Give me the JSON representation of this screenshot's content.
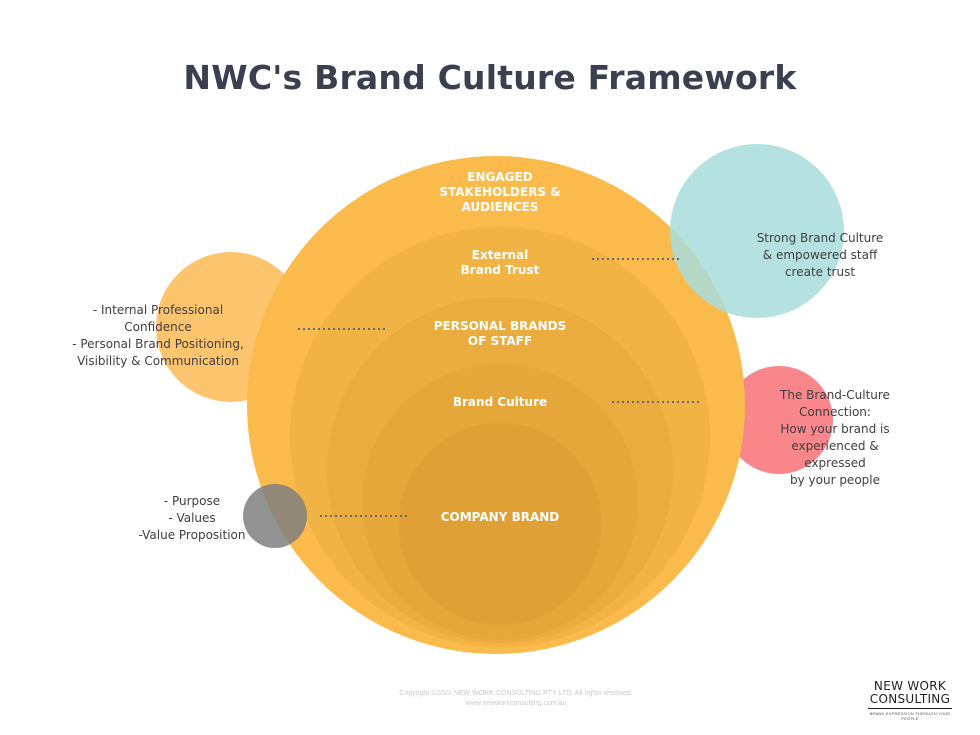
{
  "title": "NWC's Brand Culture Framework",
  "rings": {
    "outer_label": "ENGAGED\nSTAKEHOLDERS &\nAUDIENCES",
    "external_label": "External\nBrand Trust",
    "personal_label": "PERSONAL BRANDS\nOF STAFF",
    "culture_label": "Brand Culture",
    "company_label": "COMPANY BRAND"
  },
  "side_notes": {
    "strong_culture": "Strong Brand Culture\n& empowered staff\ncreate trust",
    "internal": "- Internal Professional\nConfidence\n- Personal Brand Positioning,\nVisibility & Communication",
    "connection": "The Brand-Culture\nConnection:\nHow your brand is\nexperienced &\nexpressed\nby your people",
    "purpose": "- Purpose\n- Values\n-Value Proposition"
  },
  "footer": {
    "copyright": "Copyright ©2021 NEW WORK CONSULTING PTY LTD. All rights reserved.",
    "website": "www.newworkconsulting.com.au"
  },
  "logo": {
    "line1": "NEW WORK",
    "line2": "CONSULTING",
    "tagline": "BRAND EXPRESSION THROUGH YOUR PEOPLE"
  },
  "colors": {
    "outer_circle": "#fbbb4c",
    "ring_shade": "#c98a28",
    "teal_circle": "#a8dcdc",
    "pink_circle": "#f8868a",
    "light_orange_circle": "#fdc46e",
    "grey_circle": "#8b8b8b",
    "title": "#3a4050",
    "dots": "#6b6b6b"
  }
}
